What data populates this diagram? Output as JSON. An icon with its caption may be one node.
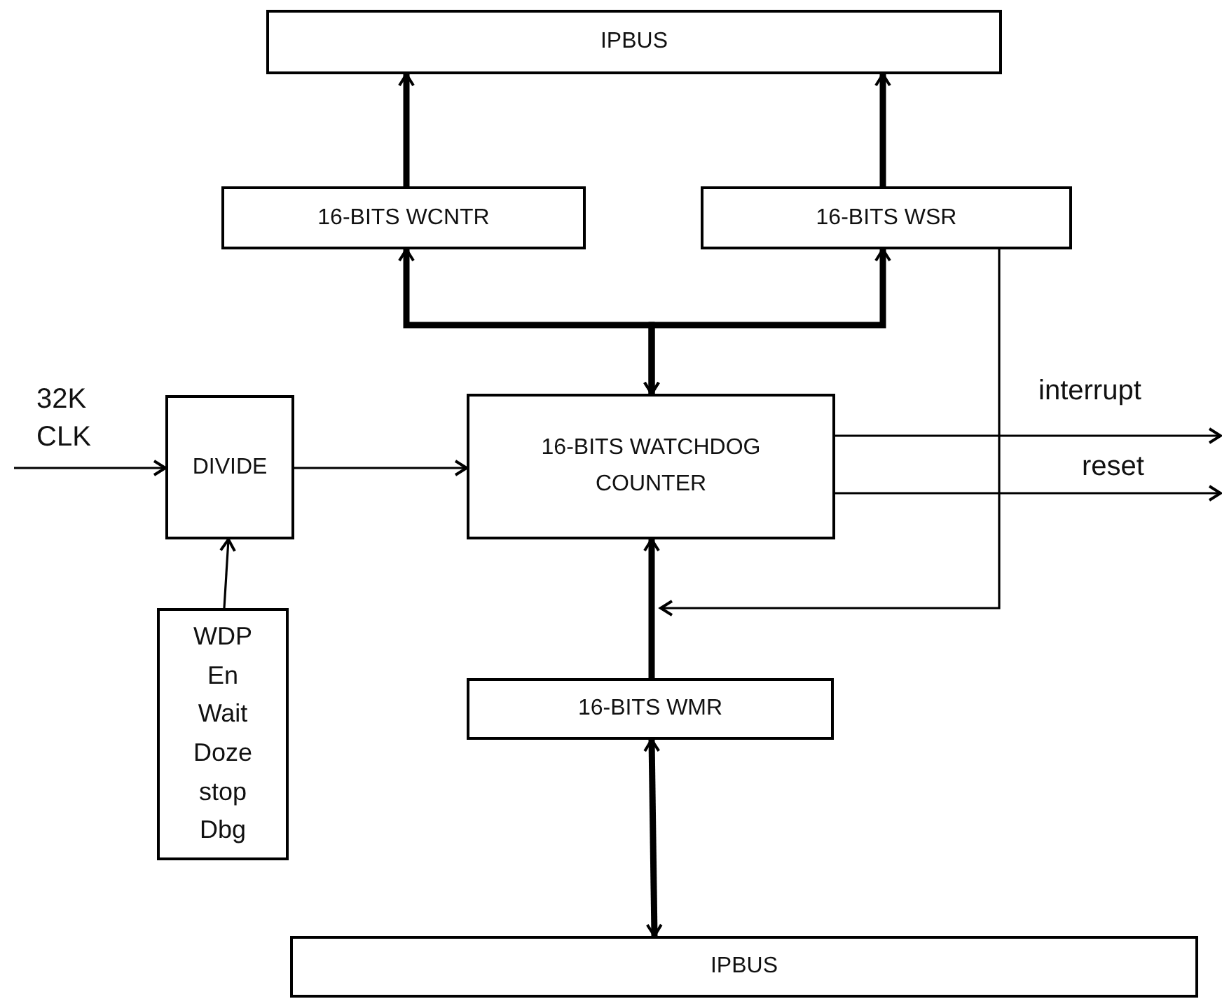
{
  "diagram": {
    "nodes": [
      {
        "text": [
          "IPBUS"
        ]
      },
      {
        "text": [
          "16-BITS WCNTR"
        ]
      },
      {
        "text": [
          "16-BITS WSR"
        ]
      },
      {
        "text": [
          "DIVIDE"
        ]
      },
      {
        "text": [
          "16-BITS WATCHDOG COUNTER"
        ]
      },
      {
        "text": [
          "WDP",
          "En",
          "Wait",
          "Doze",
          "stop",
          "Dbg"
        ]
      },
      {
        "text": [
          "16-BITS WMR"
        ]
      },
      {
        "text": [
          "IPBUS"
        ]
      }
    ],
    "edges": [
      {
        "from": 1,
        "to": 0,
        "arrow": "to",
        "style": "thick"
      },
      {
        "from": 2,
        "to": 0,
        "arrow": "to",
        "style": "thick"
      },
      {
        "from": 4,
        "to": 1,
        "arrow": "both",
        "style": "thick"
      },
      {
        "from": 4,
        "to": 2,
        "arrow": "both",
        "style": "thick"
      },
      {
        "from": 2,
        "to": 4,
        "arrow": "to"
      },
      {
        "from": 6,
        "to": 4,
        "arrow": "to",
        "style": "thick"
      },
      {
        "from": 6,
        "to": 7,
        "arrow": "both",
        "style": "thick"
      },
      {
        "from": null,
        "to": 3,
        "arrow": "to",
        "label": "32K CLK"
      },
      {
        "from": 3,
        "to": 4,
        "arrow": "to"
      },
      {
        "from": 5,
        "to": 3,
        "arrow": "to"
      },
      {
        "from": 4,
        "to": null,
        "arrow": "to",
        "label": "interrupt"
      },
      {
        "from": 4,
        "to": null,
        "arrow": "to",
        "label": "reset"
      }
    ]
  }
}
